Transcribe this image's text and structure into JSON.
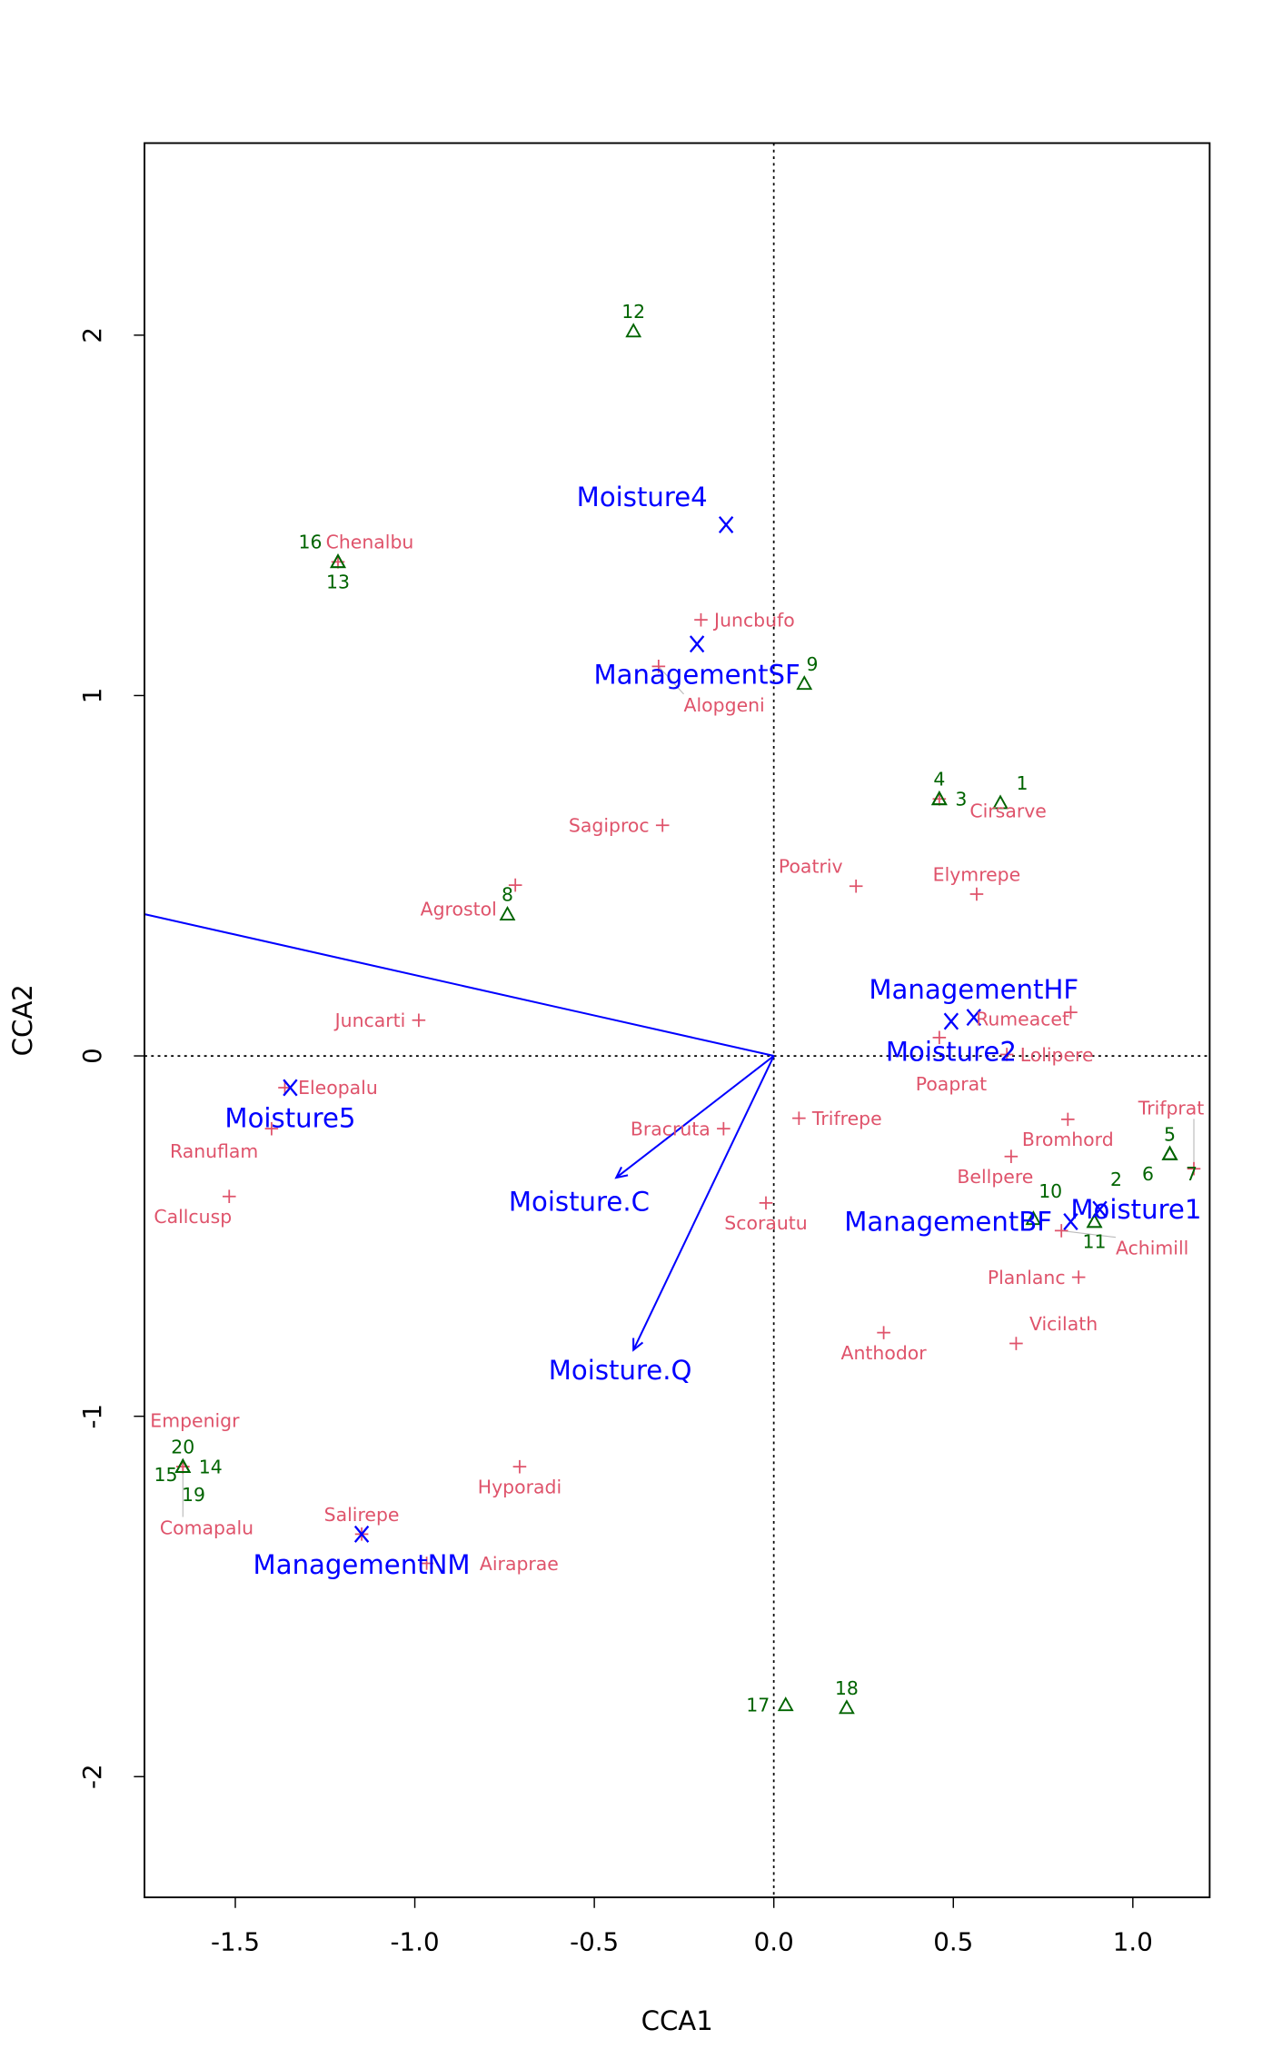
{
  "chart_data": {
    "type": "scatter",
    "title": "",
    "xlabel": "CCA1",
    "ylabel": "CCA2",
    "xlim": [
      -1.753,
      1.214
    ],
    "ylim": [
      -2.335,
      2.533
    ],
    "xticks": [
      -1.5,
      -1.0,
      -0.5,
      0.0,
      0.5,
      1.0
    ],
    "xtick_labels": [
      "-1.5",
      "-1.0",
      "-0.5",
      "0.0",
      "0.5",
      "1.0"
    ],
    "yticks": [
      -2,
      -1,
      0,
      1,
      2
    ],
    "ytick_labels": [
      "-2",
      "-1",
      "0",
      "1",
      "2"
    ],
    "colors": {
      "sites": "#006400",
      "species": "#DF536B",
      "constraints": "#0000FF"
    },
    "sites": [
      {
        "label": "12",
        "x": -0.391,
        "y": 2.011,
        "pos": "above"
      },
      {
        "label": "16",
        "x": -1.214,
        "y": 1.371,
        "pos": "above-left"
      },
      {
        "label": "13",
        "x": -1.214,
        "y": 1.371,
        "pos": "below"
      },
      {
        "label": "9",
        "x": 0.085,
        "y": 1.033,
        "pos": "above"
      },
      {
        "label": "4",
        "x": 0.461,
        "y": 0.713,
        "pos": "above"
      },
      {
        "label": "3",
        "x": 0.461,
        "y": 0.713,
        "pos": "right"
      },
      {
        "label": "1",
        "x": 0.631,
        "y": 0.702,
        "pos": "above-right"
      },
      {
        "label": "8",
        "x": -0.742,
        "y": 0.393,
        "pos": "above"
      },
      {
        "label": "5",
        "x": 1.103,
        "y": -0.272,
        "pos": "above"
      },
      {
        "label": "6",
        "x": 1.103,
        "y": -0.272,
        "pos": "below-left"
      },
      {
        "label": "7",
        "x": 1.103,
        "y": -0.272,
        "pos": "below-right"
      },
      {
        "label": "10",
        "x": 0.723,
        "y": -0.452,
        "pos": "above-right"
      },
      {
        "label": "2",
        "x": 0.893,
        "y": -0.46,
        "pos": "above-right"
      },
      {
        "label": "11",
        "x": 0.893,
        "y": -0.46,
        "pos": "below"
      },
      {
        "label": "20",
        "x": -1.646,
        "y": -1.14,
        "pos": "above"
      },
      {
        "label": "15",
        "x": -1.646,
        "y": -1.14,
        "pos": "left"
      },
      {
        "label": "14",
        "x": -1.646,
        "y": -1.14,
        "pos": "right"
      },
      {
        "label": "19",
        "x": -1.646,
        "y": -1.14,
        "pos": "below"
      },
      {
        "label": "17",
        "x": 0.033,
        "y": -1.801,
        "pos": "left"
      },
      {
        "label": "18",
        "x": 0.203,
        "y": -1.809,
        "pos": "above"
      }
    ],
    "species": [
      {
        "label": "Chenalbu",
        "x": -1.214,
        "y": 1.371,
        "pos": "above"
      },
      {
        "label": "Juncbufo",
        "x": -0.203,
        "y": 1.21,
        "pos": "right"
      },
      {
        "label": "Alopgeni",
        "x": -0.321,
        "y": 1.081,
        "pos": "right"
      },
      {
        "label": "Sagiproc",
        "x": -0.31,
        "y": 0.64,
        "pos": "left"
      },
      {
        "label": "Cirsarve",
        "x": 0.461,
        "y": 0.713,
        "pos": "right"
      },
      {
        "label": "Poatriv",
        "x": 0.229,
        "y": 0.471,
        "pos": "above-left"
      },
      {
        "label": "Elymrepe",
        "x": 0.565,
        "y": 0.449,
        "pos": "above"
      },
      {
        "label": "Agrostol",
        "x": -0.72,
        "y": 0.474,
        "pos": "below-left"
      },
      {
        "label": "Rumeacet",
        "x": 0.827,
        "y": 0.121,
        "pos": "above-left"
      },
      {
        "label": "Juncarti",
        "x": -0.989,
        "y": 0.099,
        "pos": "left"
      },
      {
        "label": "Poaprat",
        "x": 0.461,
        "y": 0.051,
        "pos": "below"
      },
      {
        "label": "Lolipere",
        "x": 0.649,
        "y": 0.004,
        "pos": "right"
      },
      {
        "label": "Eleopalu",
        "x": -1.362,
        "y": -0.088,
        "pos": "right"
      },
      {
        "label": "Ranuflam",
        "x": -1.399,
        "y": -0.202,
        "pos": "left"
      },
      {
        "label": "Bracruta",
        "x": -0.14,
        "y": -0.202,
        "pos": "left"
      },
      {
        "label": "Trifrepe",
        "x": 0.07,
        "y": -0.173,
        "pos": "right"
      },
      {
        "label": "Bromhord",
        "x": 0.819,
        "y": -0.176,
        "pos": "below"
      },
      {
        "label": "Bellpere",
        "x": 0.661,
        "y": -0.279,
        "pos": "below"
      },
      {
        "label": "Callcusp",
        "x": -1.517,
        "y": -0.39,
        "pos": "below-left"
      },
      {
        "label": "Scorautu",
        "x": -0.022,
        "y": -0.408,
        "pos": "below"
      },
      {
        "label": "Trifprat",
        "x": 1.17,
        "y": -0.313,
        "pos": "right"
      },
      {
        "label": "Achimill",
        "x": 0.801,
        "y": -0.485,
        "pos": "right"
      },
      {
        "label": "Planlanc",
        "x": 0.849,
        "y": -0.614,
        "pos": "left"
      },
      {
        "label": "Vicilath",
        "x": 0.675,
        "y": -0.798,
        "pos": "above-right"
      },
      {
        "label": "Anthodor",
        "x": 0.306,
        "y": -0.768,
        "pos": "below"
      },
      {
        "label": "Empenigr",
        "x": -1.646,
        "y": -1.14,
        "pos": "above"
      },
      {
        "label": "Comapalu",
        "x": -1.646,
        "y": -1.14,
        "pos": "below"
      },
      {
        "label": "Hyporadi",
        "x": -0.708,
        "y": -1.14,
        "pos": "below"
      },
      {
        "label": "Salirepe",
        "x": -1.148,
        "y": -1.327,
        "pos": "above"
      },
      {
        "label": "Airaprae",
        "x": -0.967,
        "y": -1.408,
        "pos": "right"
      }
    ],
    "centroids": [
      {
        "label": "Moisture4",
        "x": -0.133,
        "y": 1.474,
        "pos": "above-left"
      },
      {
        "label": "ManagementSF",
        "x": -0.214,
        "y": 1.143,
        "pos": "below"
      },
      {
        "label": "ManagementHF",
        "x": 0.557,
        "y": 0.107,
        "pos": "above"
      },
      {
        "label": "Moisture2",
        "x": 0.494,
        "y": 0.096,
        "pos": "below"
      },
      {
        "label": "Moisture5",
        "x": -1.347,
        "y": -0.088,
        "pos": "below"
      },
      {
        "label": "ManagementBF",
        "x": 0.827,
        "y": -0.46,
        "pos": "left"
      },
      {
        "label": "Moisture1",
        "x": 0.908,
        "y": -0.426,
        "pos": "right"
      },
      {
        "label": "ManagementNM",
        "x": -1.148,
        "y": -1.327,
        "pos": "below"
      }
    ],
    "arrows": [
      {
        "label": "",
        "x": -2.3,
        "y": 0.516
      },
      {
        "label": "Moisture.C",
        "x": -0.439,
        "y": -0.338
      },
      {
        "label": "Moisture.Q",
        "x": -0.391,
        "y": -0.816
      }
    ]
  }
}
